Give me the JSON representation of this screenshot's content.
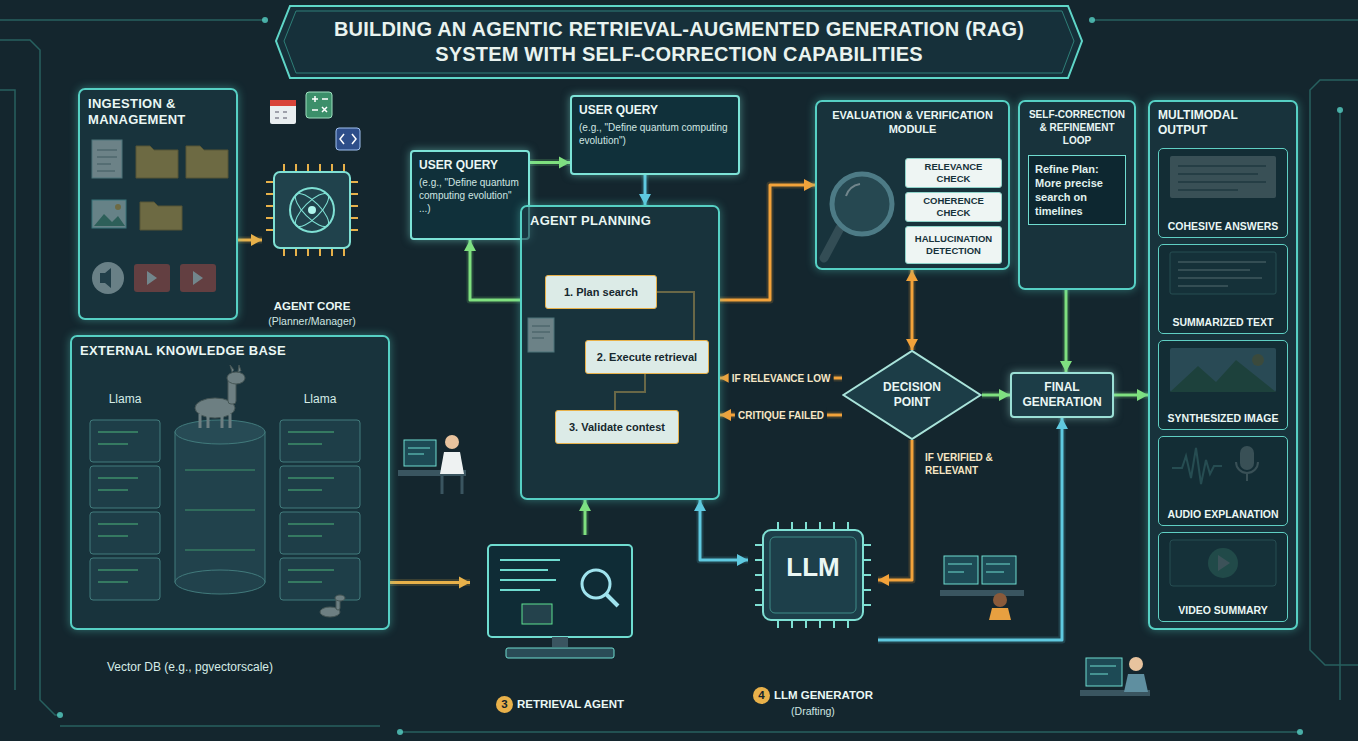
{
  "diagram": {
    "title": "BUILDING AN AGENTIC RETRIEVAL-AUGMENTED GENERATION (RAG) SYSTEM WITH SELF-CORRECTION CAPABILITIES",
    "nodes": [
      {
        "text": [
          "INGESTION & MANAGEMENT"
        ]
      },
      {
        "text": [
          "AGENT CORE",
          "(Planner/Manager)"
        ]
      },
      {
        "text": [
          "EXTERNAL KNOWLEDGE BASE"
        ]
      },
      {
        "text": [
          "USER QUERY",
          "(e.g., \"Define quantum computing evolution\" ...)"
        ]
      },
      {
        "text": [
          "USER QUERY",
          "(e.g., \"Define quantum computing evolution\")"
        ]
      },
      {
        "text": [
          "AGENT PLANNING"
        ]
      },
      {
        "text": [
          "1. Plan search"
        ],
        "in": 5
      },
      {
        "text": [
          "2. Execute retrieval"
        ],
        "in": 5
      },
      {
        "text": [
          "3. Validate contest"
        ],
        "in": 5
      },
      {
        "text": [
          "EVALUATION & VERIFICATION MODULE"
        ]
      },
      {
        "text": [
          "RELEVANCE CHECK"
        ],
        "in": 9
      },
      {
        "text": [
          "COHERENCE CHECK"
        ],
        "in": 9
      },
      {
        "text": [
          "HALLUCINATION DETECTION"
        ],
        "in": 9
      },
      {
        "text": [
          "SELF-CORRECTION & REFINEMENT LOOP",
          "Refine Plan: More precise search on timelines"
        ]
      },
      {
        "text": [
          "DECISION POINT"
        ]
      },
      {
        "text": [
          "FINAL GENERATION"
        ]
      },
      {
        "text": [
          "MULTIMODAL OUTPUT"
        ]
      },
      {
        "text": [
          "COHESIVE ANSWERS"
        ],
        "in": 16
      },
      {
        "text": [
          "SUMMARIZED TEXT"
        ],
        "in": 16
      },
      {
        "text": [
          "SYNTHESIZED IMAGE"
        ],
        "in": 16
      },
      {
        "text": [
          "AUDIO EXPLANATION"
        ],
        "in": 16
      },
      {
        "text": [
          "VIDEO SUMMARY"
        ],
        "in": 16
      },
      {
        "text": [
          "3",
          "RETRIEVAL AGENT"
        ]
      },
      {
        "text": [
          "LLM",
          "4",
          "LLM GENERATOR",
          "(Drafting)"
        ]
      }
    ],
    "edges": [
      {
        "from": 0,
        "to": 1,
        "arrow": "to"
      },
      {
        "from": 5,
        "to": 3,
        "arrow": "to"
      },
      {
        "from": 3,
        "to": 4,
        "arrow": "to"
      },
      {
        "from": 4,
        "to": 5,
        "arrow": "to"
      },
      {
        "from": 5,
        "to": 9,
        "arrow": "to"
      },
      {
        "from": 9,
        "to": 14,
        "arrow": "both"
      },
      {
        "from": 14,
        "to": 5,
        "label": "IF RELEVANCE LOW",
        "arrow": "to"
      },
      {
        "from": 14,
        "to": 5,
        "label": "CRITIQUE FAILED",
        "arrow": "to"
      },
      {
        "from": 14,
        "to": 15,
        "arrow": "to"
      },
      {
        "from": 14,
        "to": 23,
        "label": "IF VERIFIED & RELEVANT",
        "arrow": "to"
      },
      {
        "from": 15,
        "to": 16,
        "arrow": "to"
      },
      {
        "from": 5,
        "to": 23,
        "arrow": "both"
      },
      {
        "from": 22,
        "to": 5,
        "arrow": "to"
      },
      {
        "from": 2,
        "to": 22,
        "arrow": "to"
      },
      {
        "from": 23,
        "to": 15,
        "arrow": "to"
      },
      {
        "from": 13,
        "to": 15,
        "arrow": "to"
      }
    ],
    "labels": [
      "Llama",
      "Llama",
      "Vector DB (e.g., pgvectorscale)"
    ]
  }
}
